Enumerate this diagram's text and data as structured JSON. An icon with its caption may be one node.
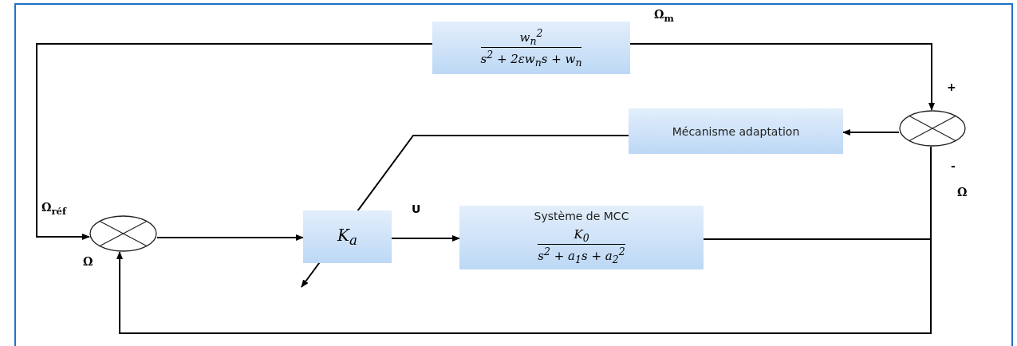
{
  "diagram": {
    "nodes": [
      {
        "text": [
          "w$_{n}$$^{2}$",
          "s$^{2}$ + 2εw$_{n}$s + w$_{n}$"
        ]
      },
      {
        "text": [],
        "shape": "circle"
      },
      {
        "text": [
          "Mécanisme adaptation"
        ]
      },
      {
        "text": [],
        "shape": "circle"
      },
      {
        "text": [
          "K$_{a}$"
        ]
      },
      {
        "text": [
          "Système de MCC",
          "K$_{0}$",
          "s$^{2}$ + a$_{1}$s + a$_{2}$$^{2}$"
        ]
      }
    ],
    "edges": [
      {
        "from": 0,
        "to": 1,
        "arrow": "to"
      },
      {
        "from": 0,
        "to": 3,
        "arrow": "to"
      },
      {
        "from": 1,
        "to": 2,
        "arrow": "to"
      },
      {
        "from": 2,
        "to": 4,
        "arrow": "to"
      },
      {
        "from": 3,
        "to": 4,
        "arrow": "to"
      },
      {
        "from": 4,
        "to": 5,
        "arrow": "to",
        "label": "U"
      },
      {
        "from": 5,
        "to": 1,
        "arrow": "none"
      },
      {
        "from": 5,
        "to": 3,
        "arrow": "to"
      }
    ],
    "labels": [
      "Ω$_{m}$",
      "+",
      "-",
      "Ω",
      "Ω$_{réf}$",
      "Ω"
    ]
  }
}
